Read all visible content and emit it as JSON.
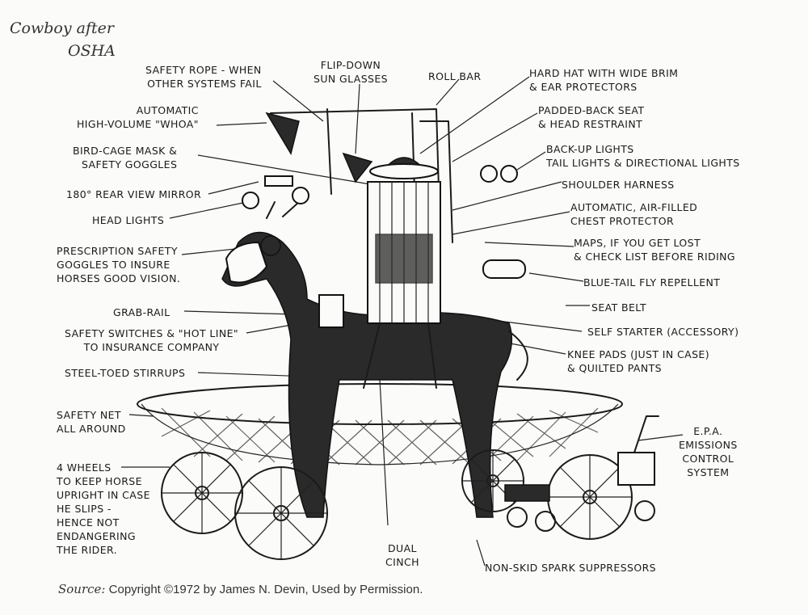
{
  "title": {
    "line1": "Cowboy after",
    "line2": "OSHA"
  },
  "labels": {
    "safety_rope": "SAFETY ROPE - WHEN\nOTHER SYSTEMS FAIL",
    "flip_down": "FLIP-DOWN\nSUN GLASSES",
    "roll_bar": "ROLL BAR",
    "hard_hat": "HARD HAT WITH WIDE BRIM\n& EAR PROTECTORS",
    "whoa": "AUTOMATIC\nHIGH-VOLUME \"WHOA\"",
    "padded_seat": "PADDED-BACK SEAT\n& HEAD RESTRAINT",
    "bird_cage": "BIRD-CAGE MASK &\nSAFETY GOGGLES",
    "backup_lights": "BACK-UP LIGHTS\nTAIL LIGHTS & DIRECTIONAL LIGHTS",
    "rear_mirror": "180° REAR VIEW MIRROR",
    "shoulder_harness": "SHOULDER HARNESS",
    "head_lights": "HEAD LIGHTS",
    "chest_protector": "AUTOMATIC, AIR-FILLED\nCHEST PROTECTOR",
    "prescription": "PRESCRIPTION SAFETY\nGOGGLES TO INSURE\nHORSES GOOD VISION.",
    "maps": "MAPS, IF YOU GET LOST\n& CHECK LIST BEFORE RIDING",
    "fly_repellent": "BLUE-TAIL FLY REPELLENT",
    "grab_rail": "GRAB-RAIL",
    "seat_belt": "SEAT BELT",
    "safety_switches": "SAFETY SWITCHES & \"HOT LINE\"\nTO INSURANCE COMPANY",
    "self_starter": "SELF STARTER (ACCESSORY)",
    "knee_pads": "KNEE PADS (JUST IN CASE)\n& QUILTED PANTS",
    "stirrups": "STEEL-TOED STIRRUPS",
    "safety_net": "SAFETY NET\nALL AROUND",
    "epa": "E.P.A.\nEMISSIONS\nCONTROL\nSYSTEM",
    "four_wheels": "4 WHEELS\nTO KEEP HORSE\nUPRIGHT IN CASE\nHE SLIPS -\nHENCE NOT\nENDANGERING\nTHE RIDER.",
    "dual_cinch": "DUAL\nCINCH",
    "spark": "NON-SKID SPARK SUPPRESSORS"
  },
  "source": {
    "prefix": "Source:",
    "text": " Copyright ©1972 by James N. Devin, Used by Permission."
  }
}
